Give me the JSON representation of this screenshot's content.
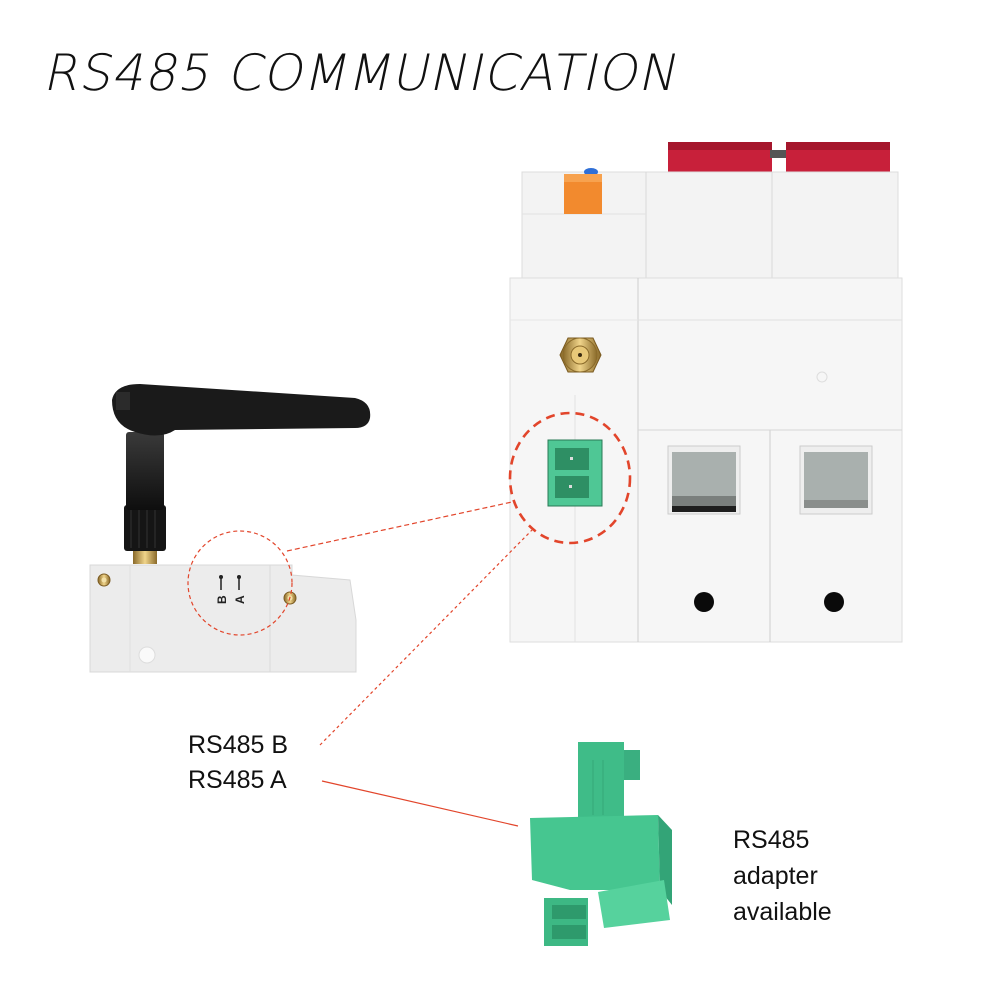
{
  "title": "RS485 COMMUNICATION",
  "module_labels": {
    "terminal_b": "B",
    "terminal_a": "A"
  },
  "callouts": {
    "rs485_b": "RS485 B",
    "rs485_a": "RS485 A"
  },
  "adapter_note": {
    "line1": "RS485",
    "line2": "adapter",
    "line3": "available"
  },
  "colors": {
    "callout_red": "#e2452b",
    "terminal_green": "#4fc795",
    "handle_red": "#c8203a",
    "test_button_orange": "#f28a2e",
    "antenna_black": "#1a1a1a",
    "brass": "#c8a050"
  }
}
